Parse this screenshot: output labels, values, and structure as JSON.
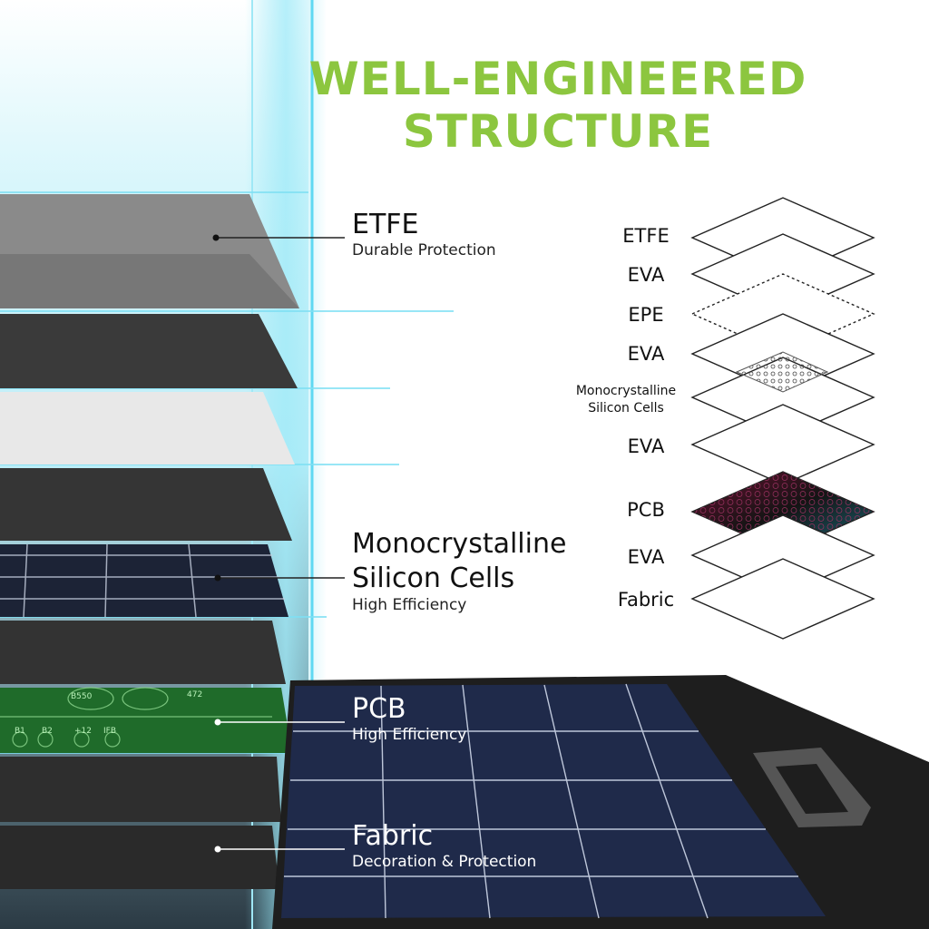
{
  "title": {
    "line1": "WELL-ENGINEERED",
    "line2": "STRUCTURE"
  },
  "callouts": [
    {
      "name": "ETFE",
      "desc": "Durable Protection"
    },
    {
      "name_line1": "Monocrystalline",
      "name_line2": "Silicon Cells",
      "desc": "High Efficiency"
    },
    {
      "name": "PCB",
      "desc": "High Efficiency"
    },
    {
      "name": "Fabric",
      "desc": "Decoration & Protection"
    }
  ],
  "exploded_layers": [
    "ETFE",
    "EVA",
    "EPE",
    "EVA",
    "Monocrystalline Silicon Cells",
    "EVA",
    "PCB",
    "EVA",
    "Fabric"
  ],
  "exploded_labels": {
    "etfe": "ETFE",
    "eva1": "EVA",
    "epe": "EPE",
    "eva2": "EVA",
    "mono_line1": "Monocrystalline",
    "mono_line2": "Silicon Cells",
    "eva3": "EVA",
    "pcb": "PCB",
    "eva4": "EVA",
    "fabric": "Fabric"
  },
  "pcb_markings": [
    "B550",
    "472",
    "B1",
    "B2",
    "+12",
    "IFB"
  ],
  "colors": {
    "accent_green": "#8cc63f",
    "glow_cyan": "#4fd8f0",
    "layer_dark": "#3a3a3a",
    "pcb_green": "#1f6b2a",
    "cell_blue": "#1c2336"
  }
}
